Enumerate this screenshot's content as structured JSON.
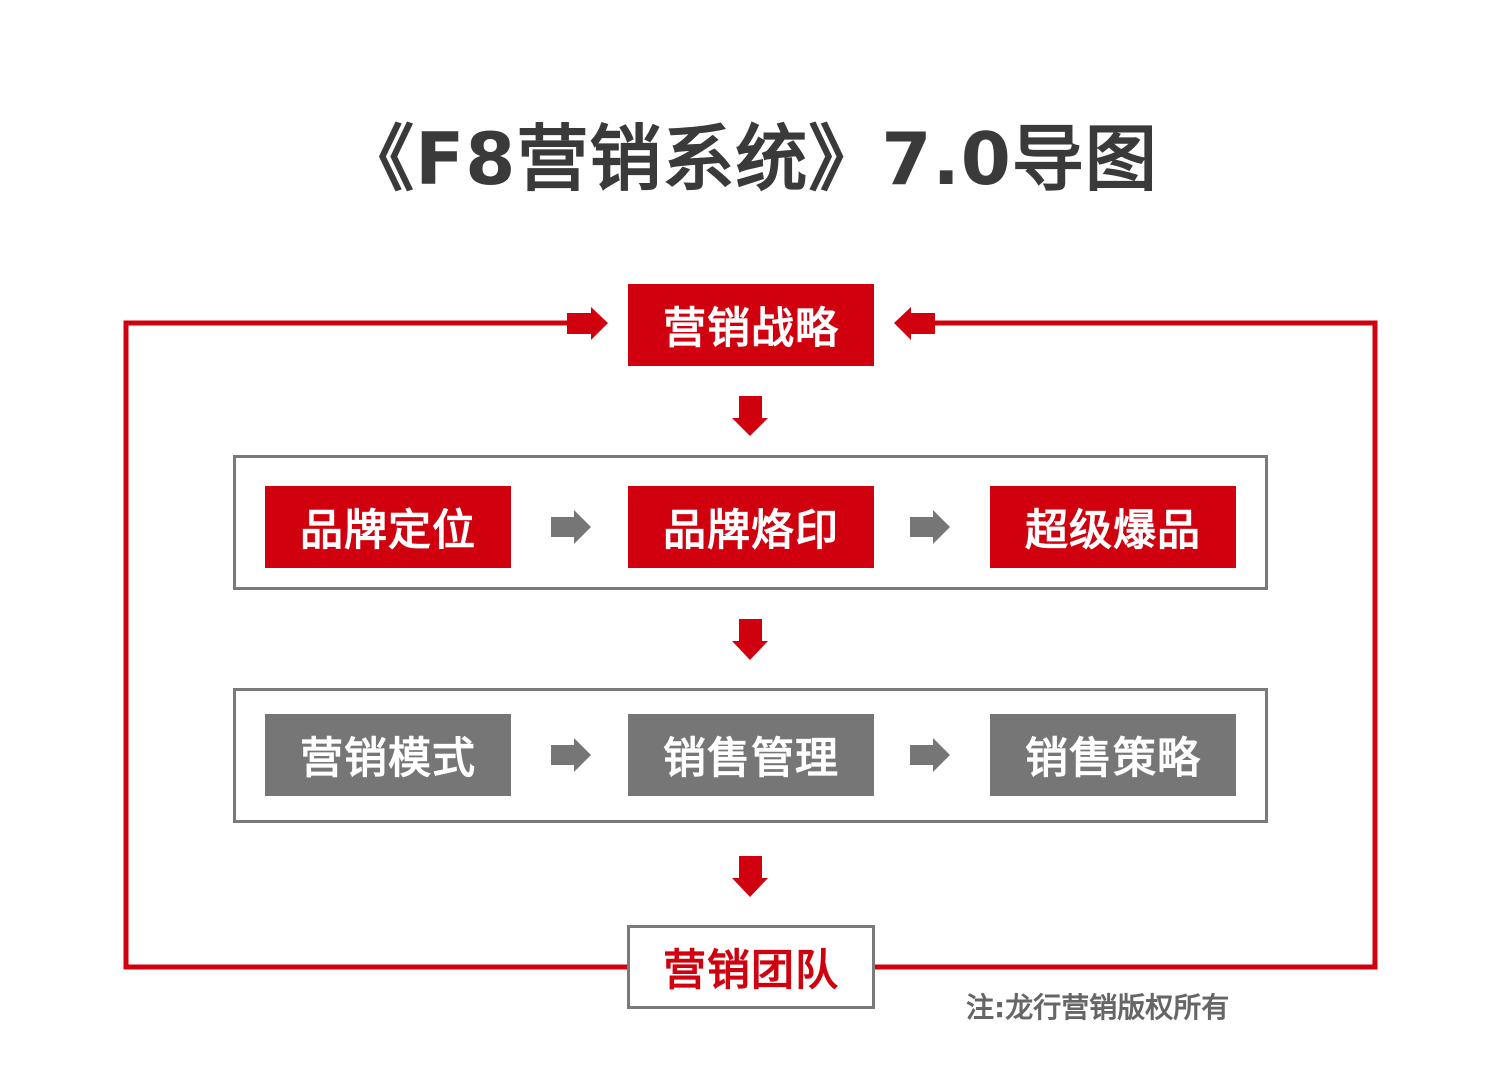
{
  "title": "《F8营销系统》7.0导图",
  "top_node": "营销战略",
  "row1": [
    "品牌定位",
    "品牌烙印",
    "超级爆品"
  ],
  "row2": [
    "营销模式",
    "销售管理",
    "销售策略"
  ],
  "bottom_node": "营销团队",
  "note": "注:龙行营销版权所有",
  "colors": {
    "red": "#d0000f",
    "gray": "#767676",
    "border": "#7a7a7a",
    "title": "#3a3a3a"
  }
}
